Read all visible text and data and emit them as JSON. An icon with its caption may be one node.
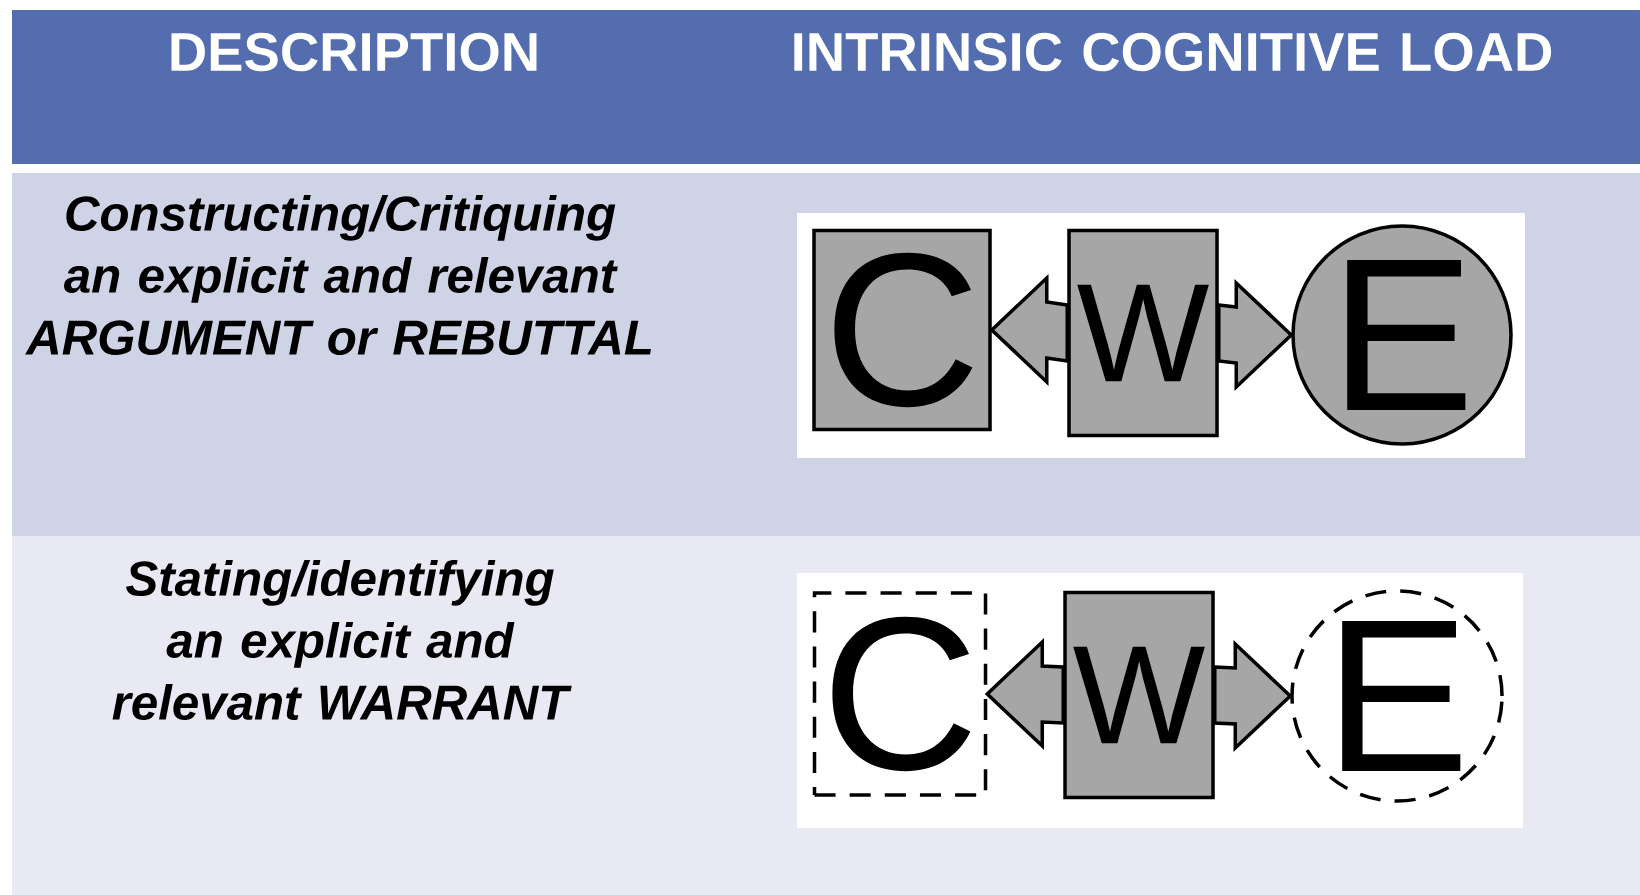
{
  "diagram": {
    "nodes": [
      {
        "text": [
          "C"
        ]
      },
      {
        "text": [
          "W"
        ]
      },
      {
        "text": [
          "E"
        ]
      },
      {
        "text": [
          "C"
        ]
      },
      {
        "text": [
          "W"
        ]
      },
      {
        "text": [
          "E"
        ]
      }
    ],
    "edges": [
      {
        "from": 1,
        "to": 0,
        "arrow": "to"
      },
      {
        "from": 1,
        "to": 2,
        "arrow": "to"
      },
      {
        "from": 4,
        "to": 3,
        "arrow": "to"
      },
      {
        "from": 4,
        "to": 5,
        "arrow": "to"
      }
    ],
    "labels": [
      "DESCRIPTION",
      "INTRINSIC COGNITIVE LOAD",
      "Constructing/Critiquing an explicit and relevant ARGUMENT or REBUTTAL",
      "Stating/identifying an explicit and relevant WARRANT"
    ]
  }
}
